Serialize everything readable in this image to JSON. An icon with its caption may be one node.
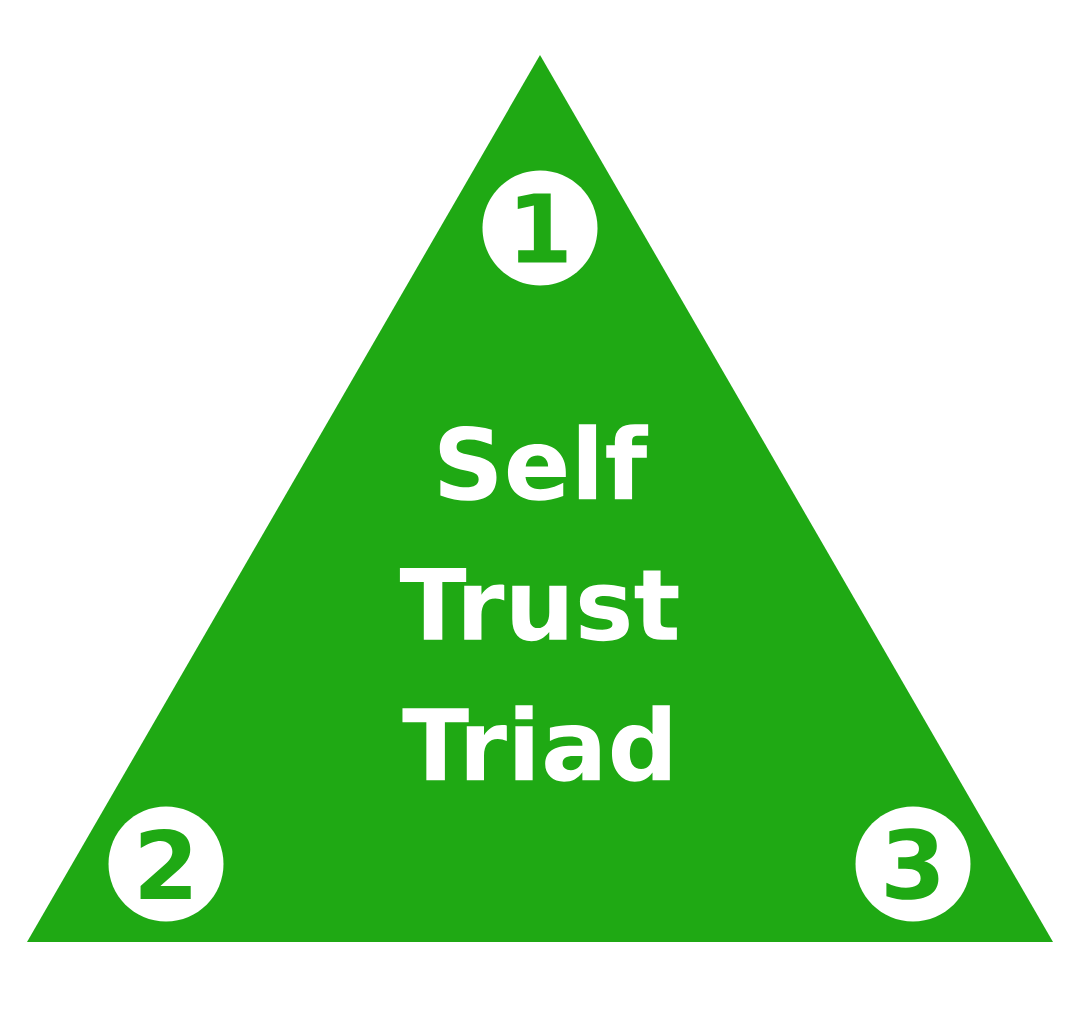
{
  "diagram": {
    "nodes": [
      {
        "text": [
          "Self Trust Triad"
        ]
      },
      {
        "text": [
          "1"
        ],
        "in": 0
      },
      {
        "text": [
          "2"
        ],
        "in": 0
      },
      {
        "text": [
          "3"
        ],
        "in": 0
      }
    ]
  }
}
